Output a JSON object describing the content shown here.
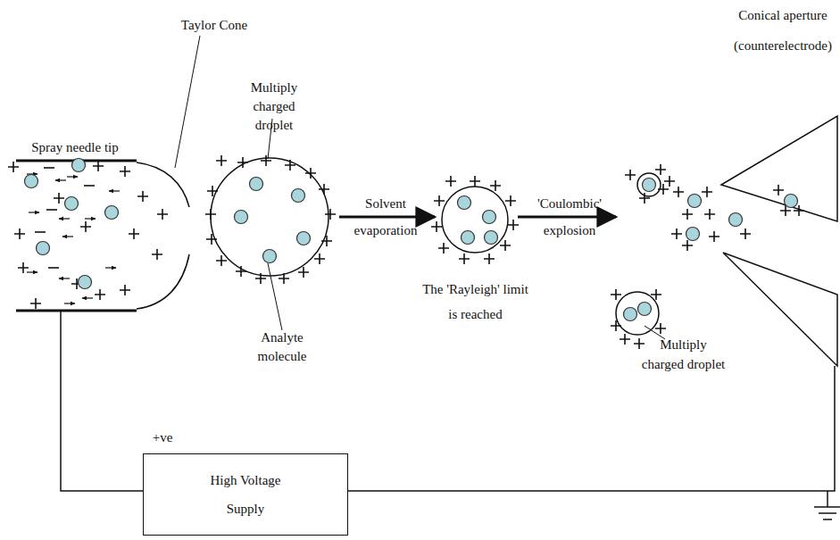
{
  "diagram": {
    "nodes": [
      {
        "text": [
          "High Voltage Supply"
        ]
      }
    ],
    "labels": [
      "Conical aperture (counterelectrode)",
      "Taylor Cone",
      "Spray needle tip",
      "Multiply charged droplet",
      "Analyte molecule",
      "Solvent evaporation",
      "The 'Rayleigh' limit is reached",
      "'Coulombic' explosion",
      "Multiply charged droplet",
      "+ve"
    ]
  }
}
